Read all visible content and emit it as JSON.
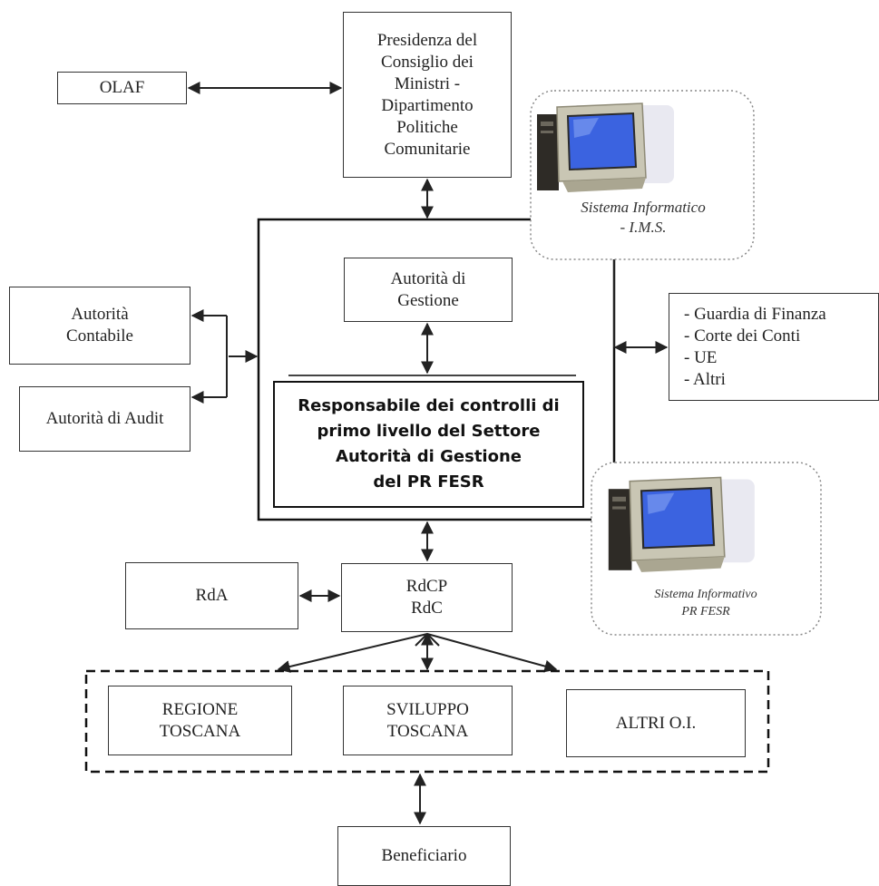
{
  "nodes": {
    "olaf": "OLAF",
    "presidenza": "Presidenza del\nConsiglio dei\nMinistri -\nDipartimento\nPolitiche\nComunitarie",
    "autorita_contabile": "Autorità\nContabile",
    "autorita_audit": "Autorità di Audit",
    "autorita_gestione": "Autorità di\nGestione",
    "responsabile": "Responsabile dei controlli di\nprimo livello del Settore\nAutorità di Gestione\ndel PR FESR",
    "controlli_esterni": [
      "- Guardia di Finanza",
      "- Corte dei Conti",
      "- UE",
      "- Altri"
    ],
    "rda": "RdA",
    "rdcp": "RdCP\nRdC",
    "regione_toscana": "REGIONE\nTOSCANA",
    "sviluppo_toscana": "SVILUPPO\nTOSCANA",
    "altri_oi": "ALTRI O.I.",
    "beneficiario": "Beneficiario"
  },
  "systems": {
    "ims": "Sistema Informatico\n- I.M.S.",
    "pr_fesr": "Sistema Informativo\nPR FESR"
  },
  "colors": {
    "line": "#222222",
    "screen": "#3b63e0",
    "monitor": "#c9c6b4",
    "tower": "#2e2b26"
  },
  "icons": {
    "computer": "desktop-computer-icon"
  }
}
